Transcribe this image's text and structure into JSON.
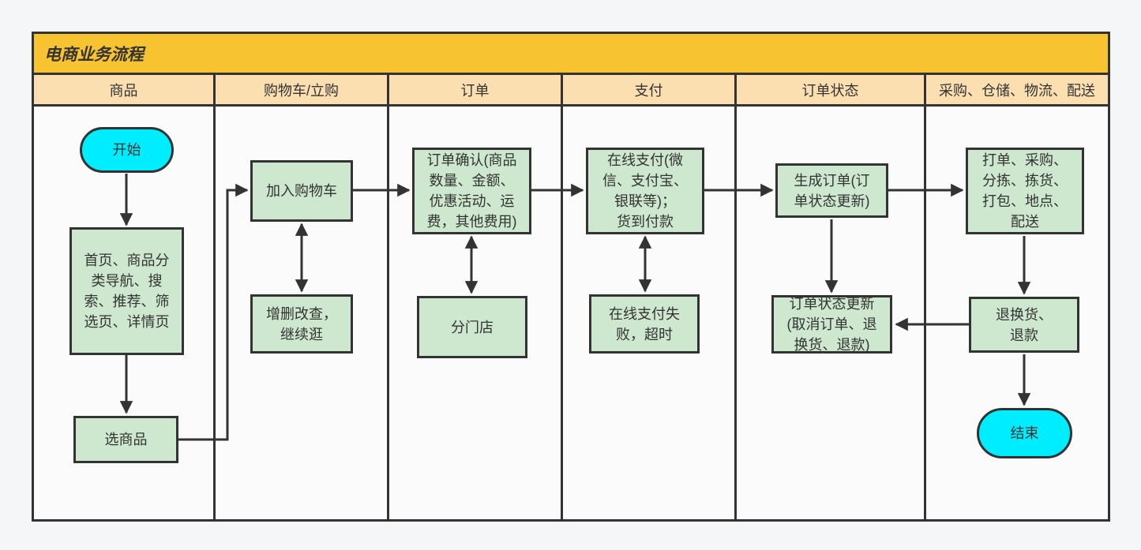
{
  "title": "电商业务流程",
  "lanes": [
    {
      "label": "商品"
    },
    {
      "label": "购物车/立购"
    },
    {
      "label": "订单"
    },
    {
      "label": "支付"
    },
    {
      "label": "订单状态"
    },
    {
      "label": "采购、仓储、物流、配送"
    }
  ],
  "nodes": {
    "start": {
      "label": "开始",
      "type": "terminal",
      "lane": "商品"
    },
    "browse": {
      "label": "首页、商品分\n类导航、搜\n索、推荐、筛\n选页、详情页",
      "type": "process",
      "lane": "商品"
    },
    "select": {
      "label": "选商品",
      "type": "process",
      "lane": "商品"
    },
    "add_cart": {
      "label": "加入购物车",
      "type": "process",
      "lane": "购物车/立购"
    },
    "cart_crud": {
      "label": "增删改查，\n继续逛",
      "type": "process",
      "lane": "购物车/立购"
    },
    "order_confirm": {
      "label": "订单确认(商品\n数量、金额、\n优惠活动、运\n费，其他费用)",
      "type": "process",
      "lane": "订单"
    },
    "split_store": {
      "label": "分门店",
      "type": "process",
      "lane": "订单"
    },
    "pay": {
      "label": "在线支付(微\n信、支付宝、\n银联等)；\n货到付款",
      "type": "process",
      "lane": "支付"
    },
    "pay_fail": {
      "label": "在线支付失\n败，超时",
      "type": "process",
      "lane": "支付"
    },
    "gen_order": {
      "label": "生成订单(订\n单状态更新)",
      "type": "process",
      "lane": "订单状态"
    },
    "status_update": {
      "label": "订单状态更新\n(取消订单、退\n换货、退款)",
      "type": "process",
      "lane": "订单状态"
    },
    "fulfill": {
      "label": "打单、采购、\n分拣、拣货、\n打包、地点、\n配送",
      "type": "process",
      "lane": "采购、仓储、物流、配送"
    },
    "returns": {
      "label": "退换货、\n退款",
      "type": "process",
      "lane": "采购、仓储、物流、配送"
    },
    "end": {
      "label": "结束",
      "type": "terminal",
      "lane": "采购、仓储、物流、配送"
    }
  },
  "edges": [
    {
      "from": "start",
      "to": "browse",
      "arrows": "single"
    },
    {
      "from": "browse",
      "to": "select",
      "arrows": "single"
    },
    {
      "from": "select",
      "to": "add_cart",
      "arrows": "single"
    },
    {
      "from": "add_cart",
      "to": "cart_crud",
      "arrows": "double"
    },
    {
      "from": "add_cart",
      "to": "order_confirm",
      "arrows": "single"
    },
    {
      "from": "order_confirm",
      "to": "split_store",
      "arrows": "double"
    },
    {
      "from": "order_confirm",
      "to": "pay",
      "arrows": "single"
    },
    {
      "from": "pay",
      "to": "pay_fail",
      "arrows": "double"
    },
    {
      "from": "pay",
      "to": "gen_order",
      "arrows": "single"
    },
    {
      "from": "gen_order",
      "to": "status_update",
      "arrows": "single"
    },
    {
      "from": "gen_order",
      "to": "fulfill",
      "arrows": "single"
    },
    {
      "from": "fulfill",
      "to": "returns",
      "arrows": "single"
    },
    {
      "from": "returns",
      "to": "status_update",
      "arrows": "single"
    },
    {
      "from": "returns",
      "to": "end",
      "arrows": "single"
    }
  ],
  "colors": {
    "title_bar": "#F7C331",
    "lane_header": "#FBDFB1",
    "process_fill": "#CDE8CE",
    "terminal_fill": "#00EDFF",
    "stroke": "#333333",
    "lane_bg": "#FBFBFC",
    "page_bg": "#F5F6F7"
  }
}
